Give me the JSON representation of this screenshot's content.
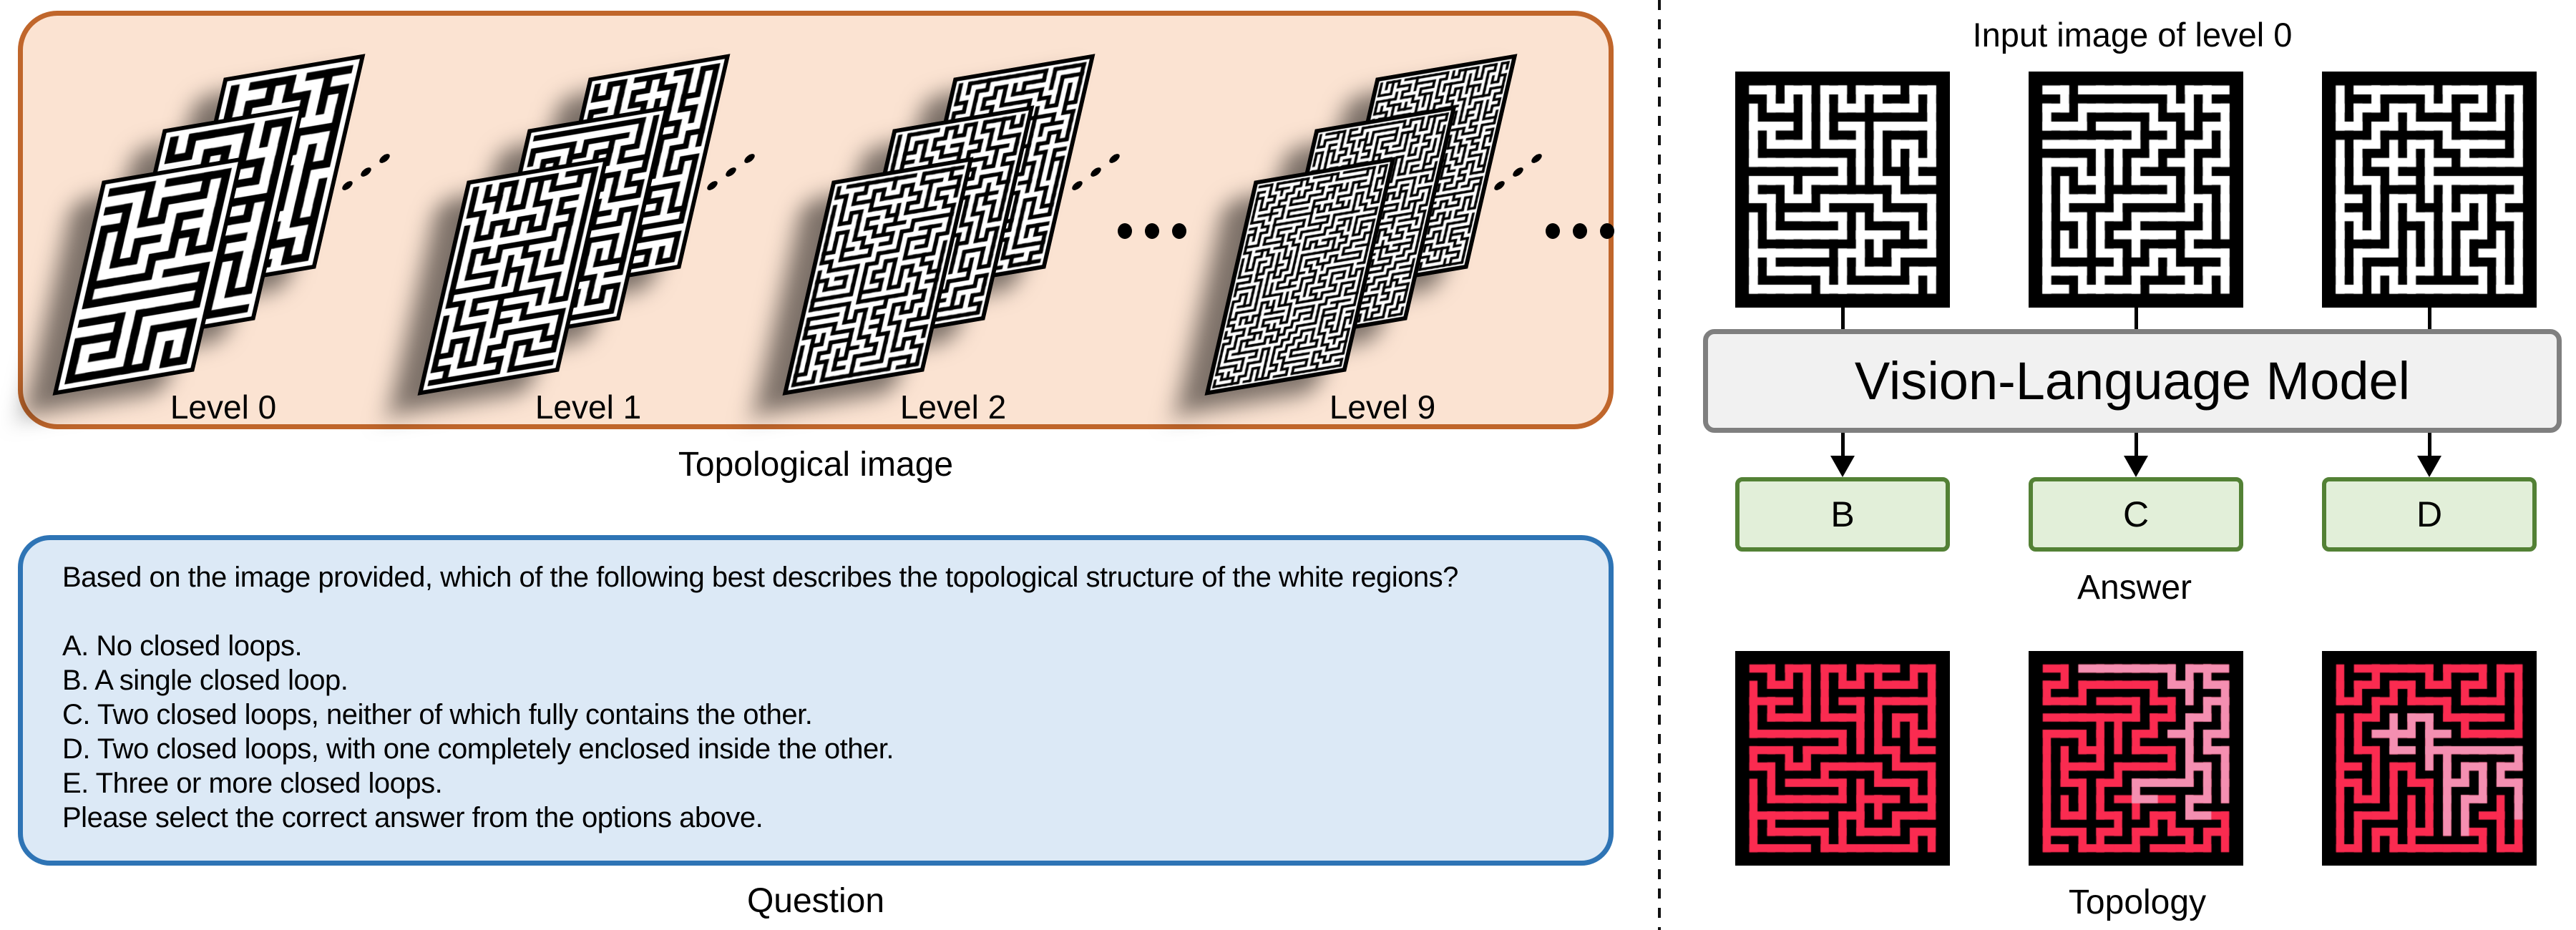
{
  "colors": {
    "orange_border": "#c0662b",
    "orange_fill": "#fbe3d2",
    "blue_border": "#2e74b5",
    "blue_fill": "#dce9f6",
    "green_border": "#538135",
    "green_fill": "#e2efd9",
    "gray_border": "#7f7f7f",
    "gray_fill": "#f1f1f1",
    "maze_red": "#fa2b50",
    "maze_pink": "#f48fb1",
    "maze_black": "#000000",
    "maze_white": "#ffffff"
  },
  "left_panel": {
    "caption": "Topological image",
    "levels": [
      "Level 0",
      "Level 1",
      "Level 2",
      "Level 9"
    ]
  },
  "question_panel": {
    "caption": "Question",
    "lines": [
      "Based on the image provided, which of the following best describes the topological structure of the white regions?",
      "",
      "A. No closed loops.",
      "B. A single closed loop.",
      "C. Two closed loops, neither of which fully contains the other.",
      "D. Two closed loops, with one completely enclosed inside the other.",
      "E. Three or more closed loops.",
      "Please select the correct answer from the options above."
    ]
  },
  "right_panel": {
    "title": "Input image of level 0",
    "model_label": "Vision-Language Model",
    "answers": [
      "B",
      "C",
      "D"
    ],
    "answers_caption": "Answer",
    "topology_caption": "Topology"
  }
}
